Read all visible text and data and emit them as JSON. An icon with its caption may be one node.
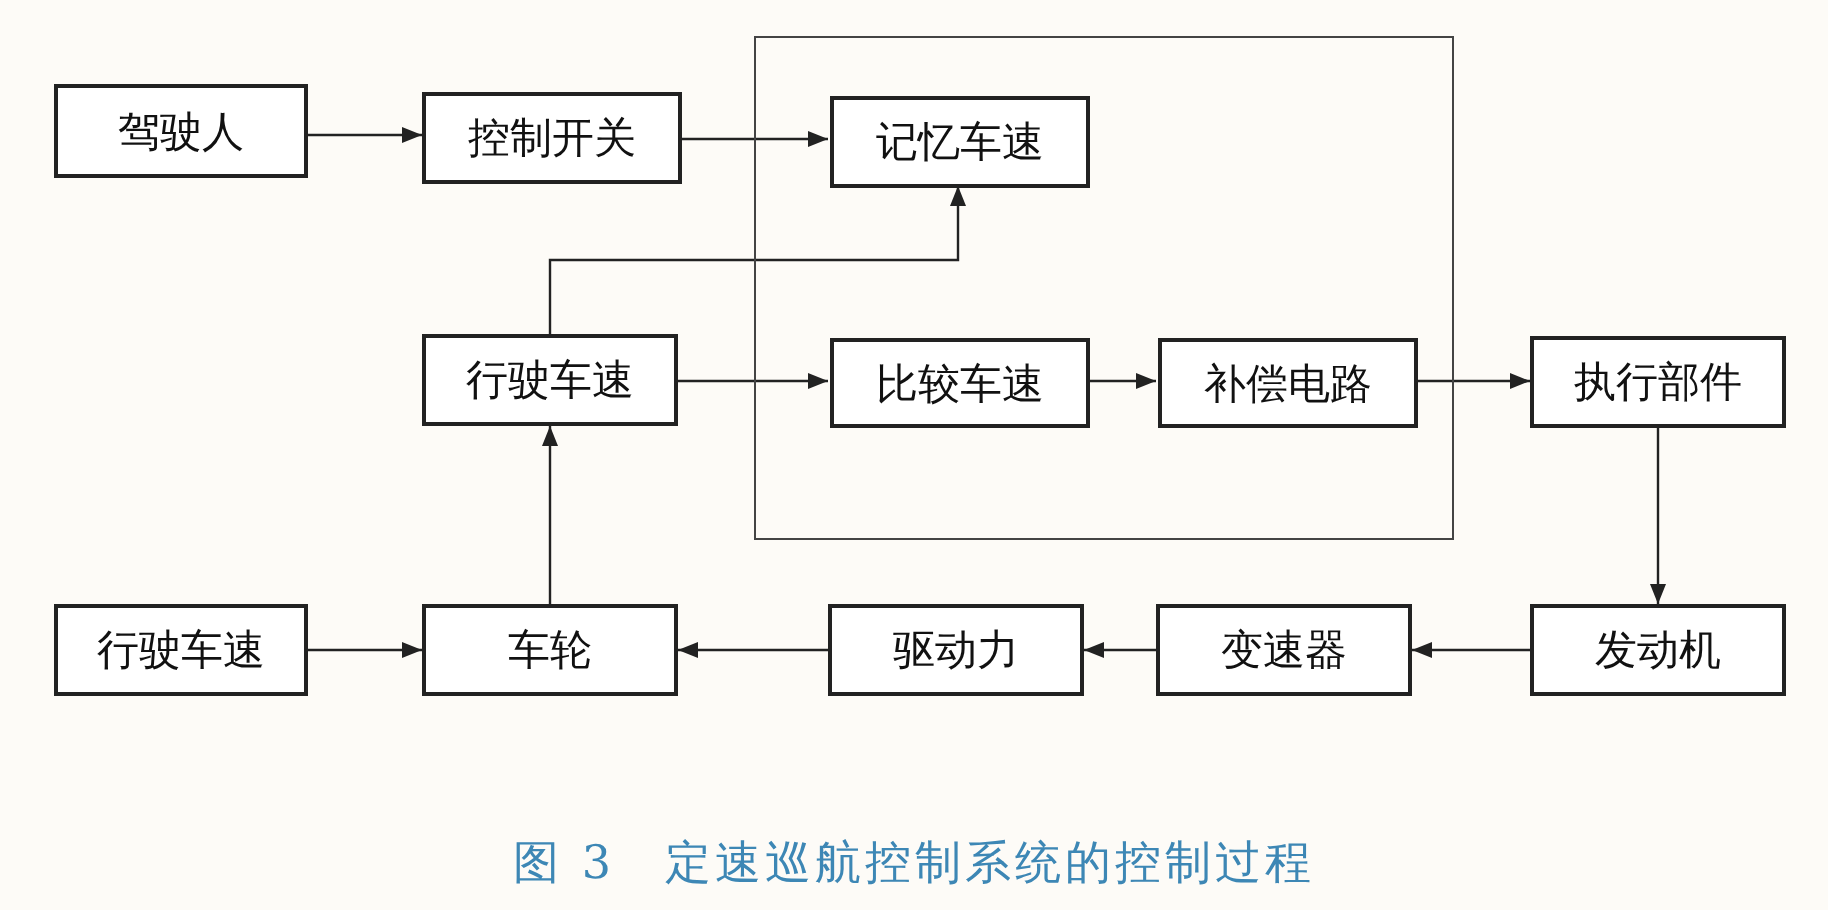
{
  "diagram": {
    "caption": "图 3　定速巡航控制系统的控制过程",
    "nodes": [
      {
        "text": [
          "驾驶人"
        ]
      },
      {
        "text": [
          "控制开关"
        ]
      },
      {
        "text": [],
        "shape": "box"
      },
      {
        "text": [
          "记忆车速"
        ],
        "in": 2
      },
      {
        "text": [
          "行驶车速"
        ]
      },
      {
        "text": [
          "比较车速"
        ],
        "in": 2
      },
      {
        "text": [
          "补偿电路"
        ],
        "in": 2
      },
      {
        "text": [
          "执行部件"
        ]
      },
      {
        "text": [
          "行驶车速"
        ]
      },
      {
        "text": [
          "车轮"
        ]
      },
      {
        "text": [
          "驱动力"
        ]
      },
      {
        "text": [
          "变速器"
        ]
      },
      {
        "text": [
          "发动机"
        ]
      }
    ],
    "edges": [
      {
        "from": 0,
        "to": 1,
        "arrow": "to"
      },
      {
        "from": 1,
        "to": 3,
        "arrow": "to"
      },
      {
        "from": 4,
        "to": 3,
        "arrow": "to"
      },
      {
        "from": 4,
        "to": 5,
        "arrow": "to"
      },
      {
        "from": 5,
        "to": 6,
        "arrow": "to"
      },
      {
        "from": 6,
        "to": 7,
        "arrow": "to"
      },
      {
        "from": 7,
        "to": 12,
        "arrow": "to"
      },
      {
        "from": 12,
        "to": 11,
        "arrow": "to"
      },
      {
        "from": 11,
        "to": 10,
        "arrow": "to"
      },
      {
        "from": 10,
        "to": 9,
        "arrow": "to"
      },
      {
        "from": 9,
        "to": 4,
        "arrow": "to"
      },
      {
        "from": 8,
        "to": 9,
        "arrow": "to"
      }
    ]
  }
}
